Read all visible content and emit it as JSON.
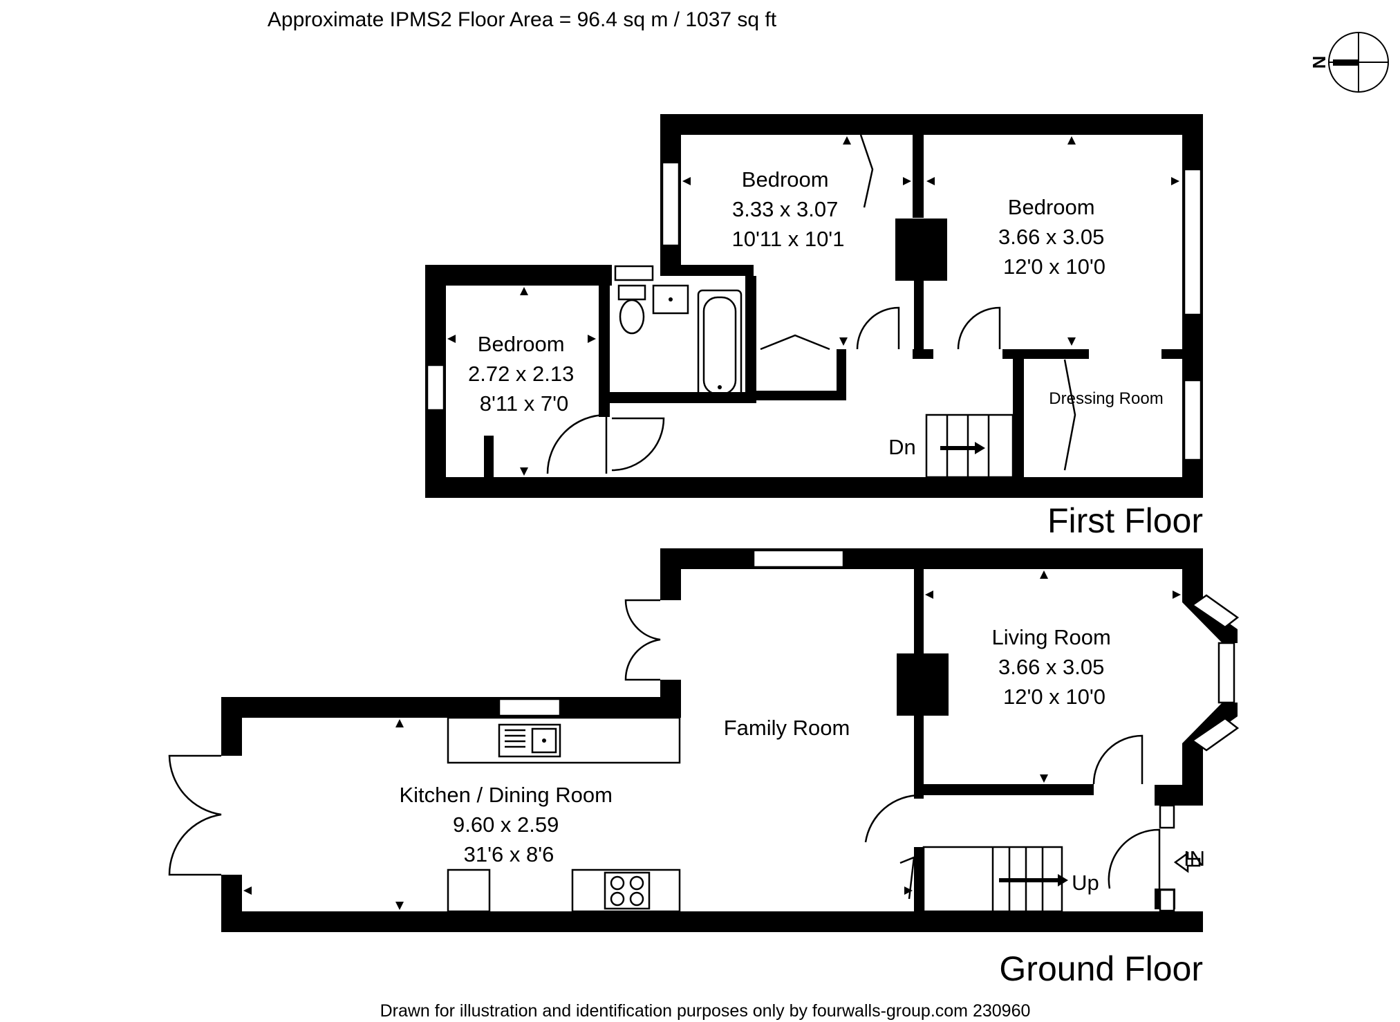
{
  "header": {
    "area_text": "Approximate IPMS2 Floor Area = 96.4 sq m / 1037 sq ft"
  },
  "compass": {
    "label": "N"
  },
  "first_floor": {
    "title": "First Floor",
    "rooms": [
      {
        "id": "bedroom-rear",
        "name": "Bedroom",
        "metric": "3.33 x 3.07",
        "imperial": "10'11 x 10'1"
      },
      {
        "id": "bedroom-front",
        "name": "Bedroom",
        "metric": "3.66 x 3.05",
        "imperial": "12'0 x 10'0"
      },
      {
        "id": "bedroom-small",
        "name": "Bedroom",
        "metric": "2.72 x 2.13",
        "imperial": "8'11 x 7'0"
      }
    ],
    "dressing_room": "Dressing Room",
    "stairs_label": "Dn"
  },
  "ground_floor": {
    "title": "Ground Floor",
    "rooms": [
      {
        "id": "living-room",
        "name": "Living Room",
        "metric": "3.66 x 3.05",
        "imperial": "12'0 x 10'0"
      },
      {
        "id": "kitchen-dining",
        "name": "Kitchen / Dining Room",
        "metric": "9.60 x 2.59",
        "imperial": "31'6 x 8'6"
      }
    ],
    "family_room": "Family Room",
    "stairs_label": "Up",
    "entrance_label": "IN"
  },
  "footer": {
    "disclaimer": "Drawn for illustration and identification purposes only by fourwalls-group.com 230960"
  }
}
